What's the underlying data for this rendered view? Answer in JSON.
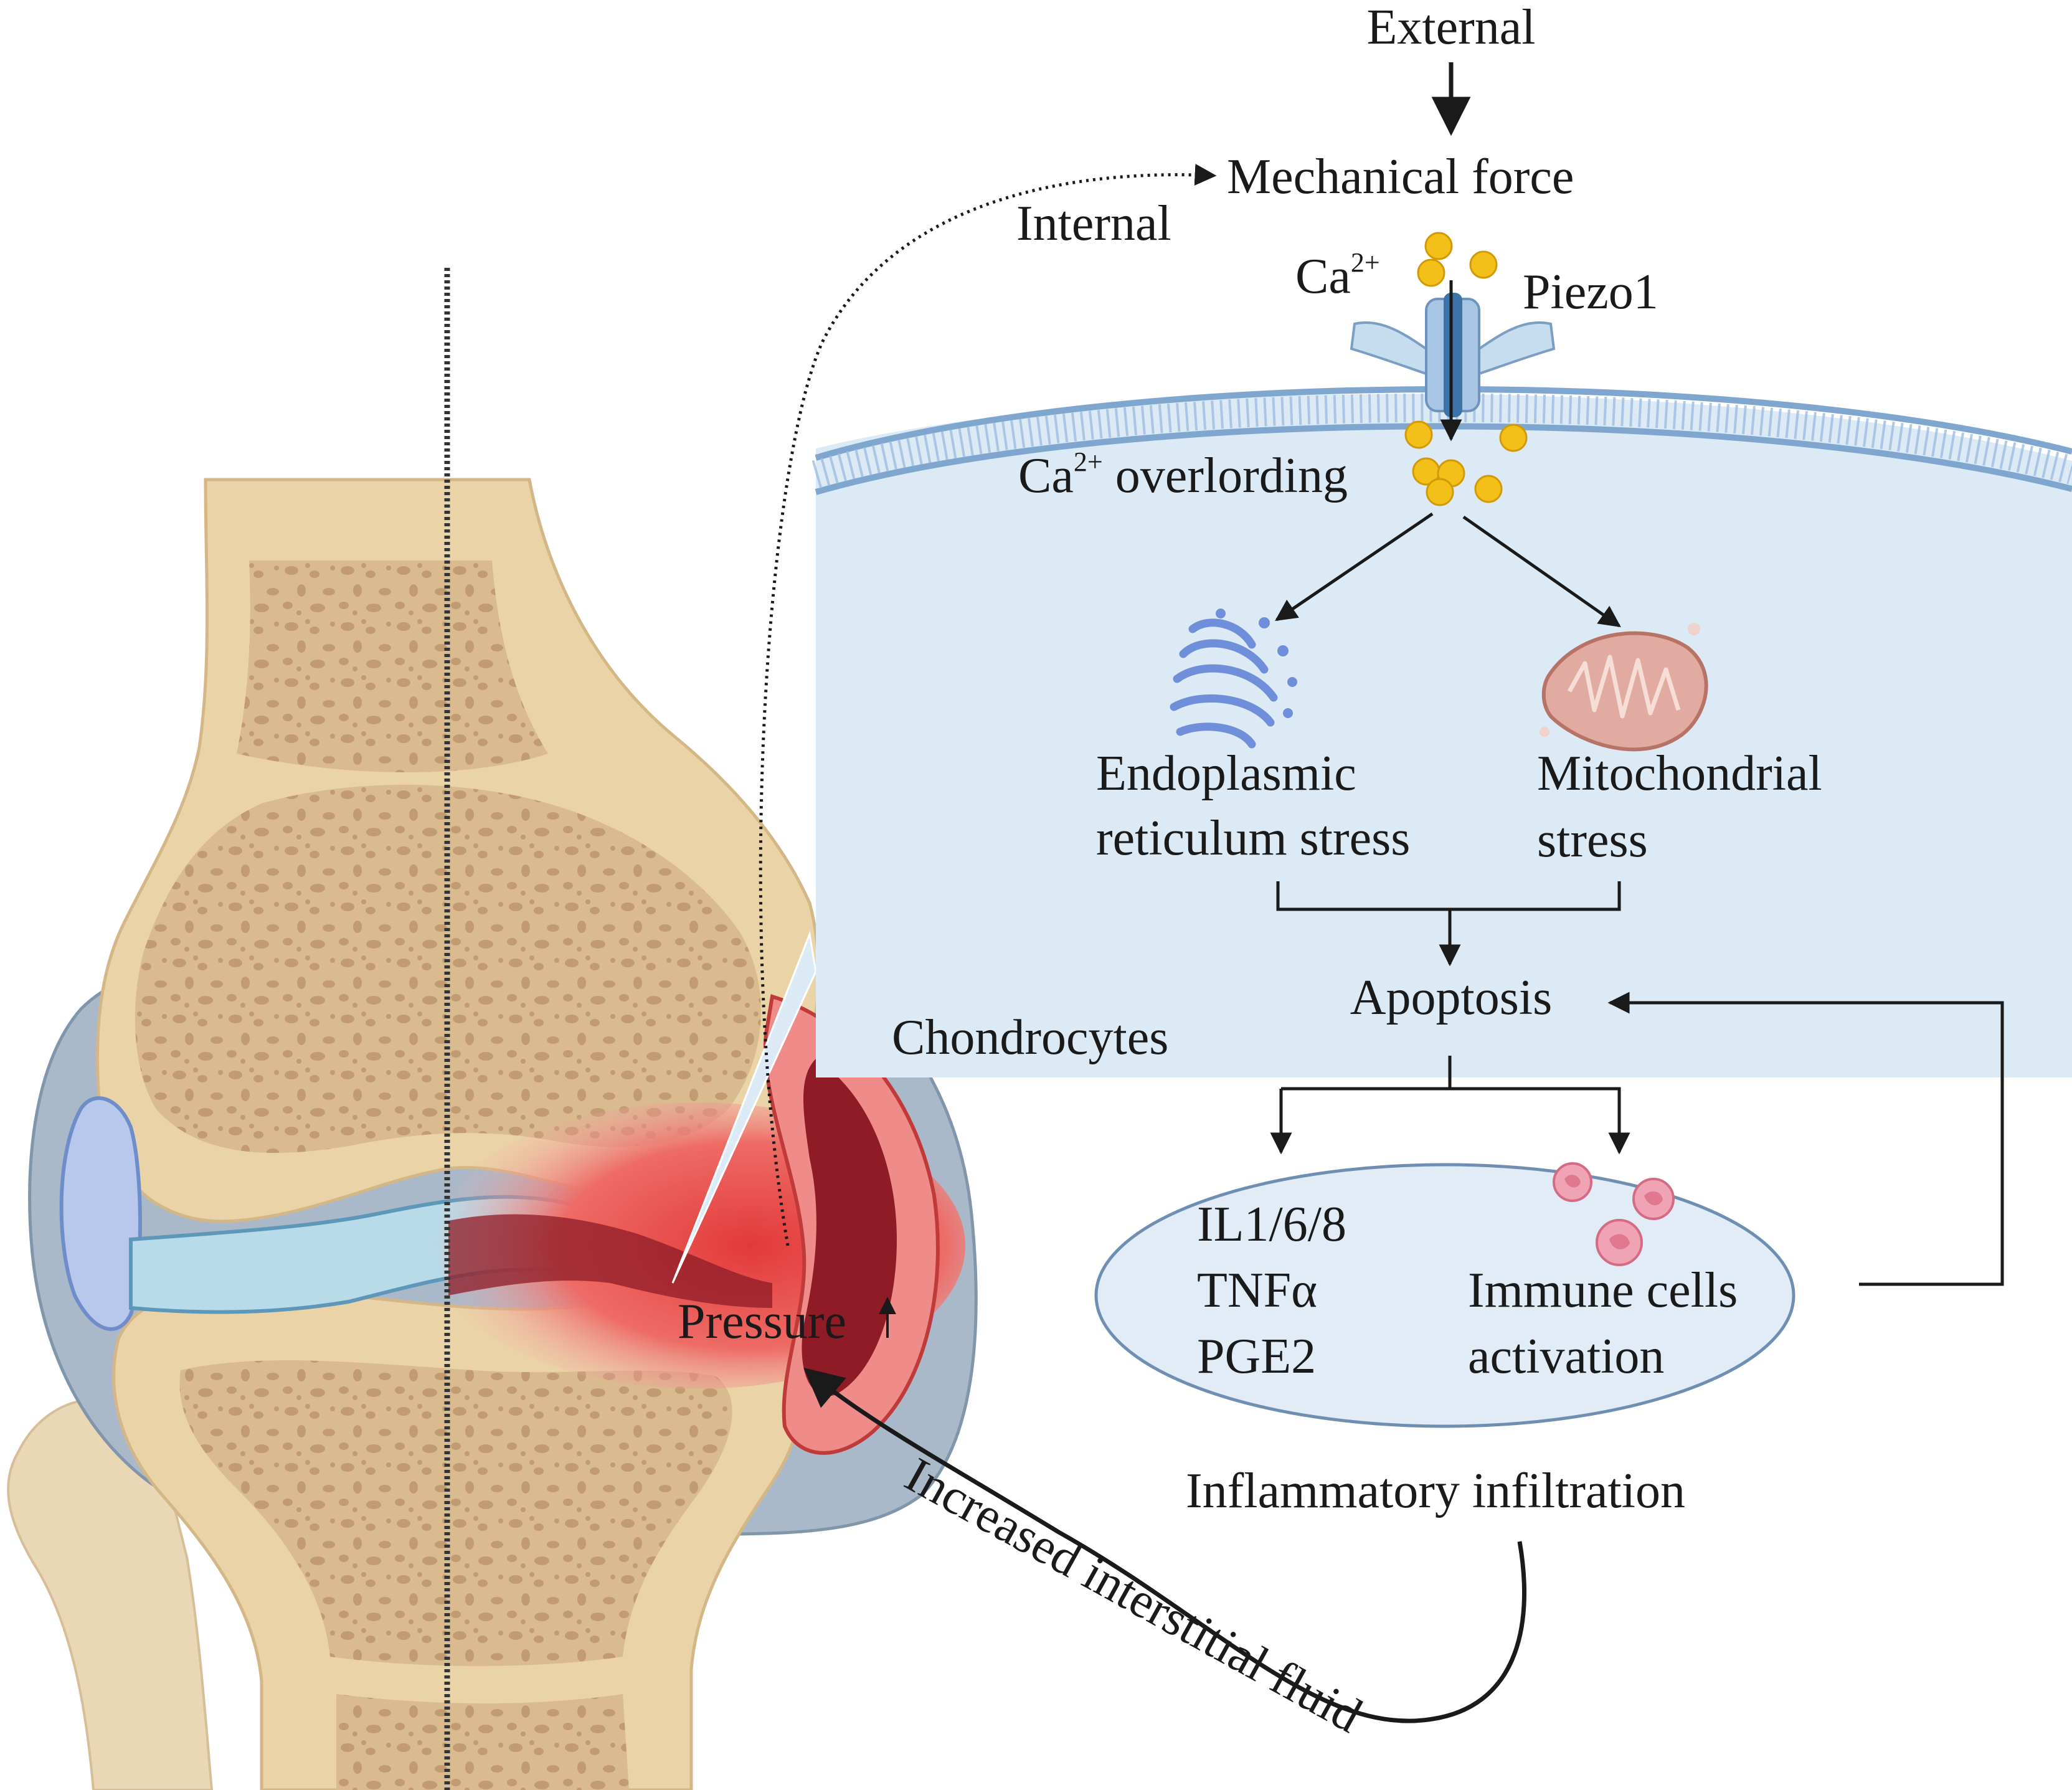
{
  "flow": {
    "external": "External",
    "mechanical_force": "Mechanical force",
    "internal": "Internal",
    "calcium_in": "Ca",
    "calcium_charge": "2+",
    "piezo1": "Piezo1",
    "calcium_overload_ion": "Ca",
    "calcium_overload_charge": "2+",
    "calcium_overload_text": "overlording",
    "er_stress_line1": "Endoplasmic",
    "er_stress_line2": "reticulum stress",
    "mito_stress_line1": "Mitochondrial",
    "mito_stress_line2": "stress",
    "apoptosis": "Apoptosis",
    "chondrocytes": "Chondrocytes",
    "cytokines": [
      "IL1/6/8",
      "TNFα",
      "PGE2"
    ],
    "immune_line1": "Immune cells",
    "immune_line2": "activation",
    "inflammatory": "Inflammatory infiltration",
    "pressure": "Pressure",
    "interstitial": "Increased interstitial fluid"
  },
  "colors": {
    "cell_fill": "#dceaf6",
    "membrane": "#7fa6cf",
    "bone": "#ecd7b0",
    "bone_pore": "#c9a27a",
    "cartilage": "#b9d9ec",
    "inflamed": "#e84a4a",
    "dark_red": "#8e1b25",
    "calcium": "#f3c01a",
    "immune_cell": "#f0a3b5"
  }
}
